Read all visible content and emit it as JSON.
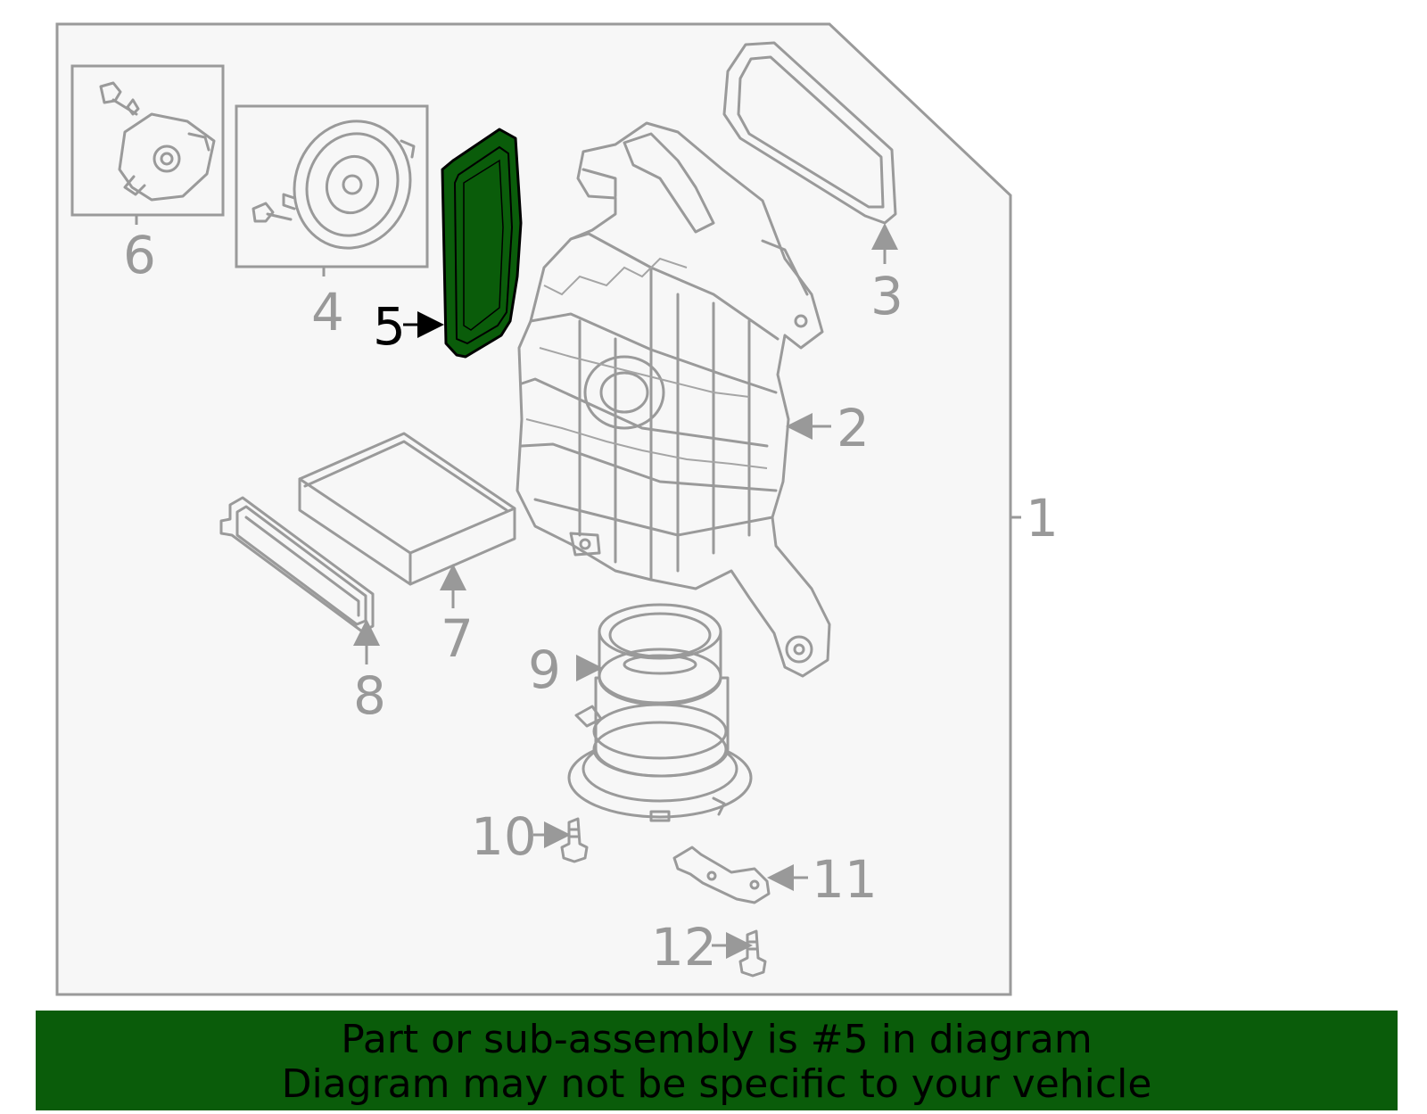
{
  "diagram": {
    "highlighted_part": "5",
    "highlight_color": "#0a5c0a",
    "outline_color": "#9a9a9a",
    "callouts": {
      "c1": "1",
      "c2": "2",
      "c3": "3",
      "c4": "4",
      "c5": "5",
      "c6": "6",
      "c7": "7",
      "c8": "8",
      "c9": "9",
      "c10": "10",
      "c11": "11",
      "c12": "12"
    }
  },
  "banner": {
    "line1": "Part or sub-assembly is #5 in diagram",
    "line2": "Diagram may not be specific to your vehicle",
    "background": "#0a5c0a"
  }
}
